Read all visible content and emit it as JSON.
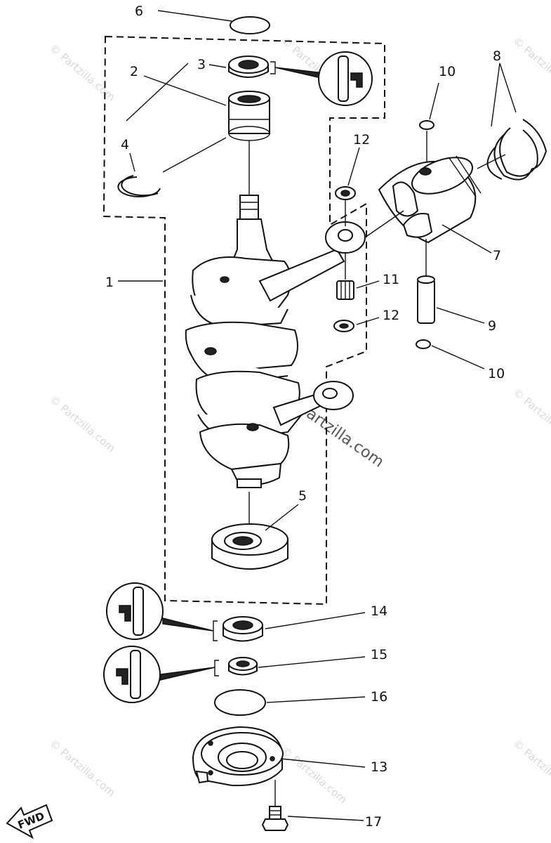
{
  "labels": {
    "p1": "1",
    "p2": "2",
    "p3": "3",
    "p4": "4",
    "p5": "5",
    "p6": "6",
    "p7": "7",
    "p8": "8",
    "p9": "9",
    "p10a": "10",
    "p10b": "10",
    "p11": "11",
    "p12a": "12",
    "p12b": "12",
    "p13": "13",
    "p14": "14",
    "p15": "15",
    "p16": "16",
    "p17": "17"
  },
  "watermark": {
    "small": "© Partzilla.com",
    "center": "Partzilla.com"
  },
  "fwd_label": "FWD"
}
